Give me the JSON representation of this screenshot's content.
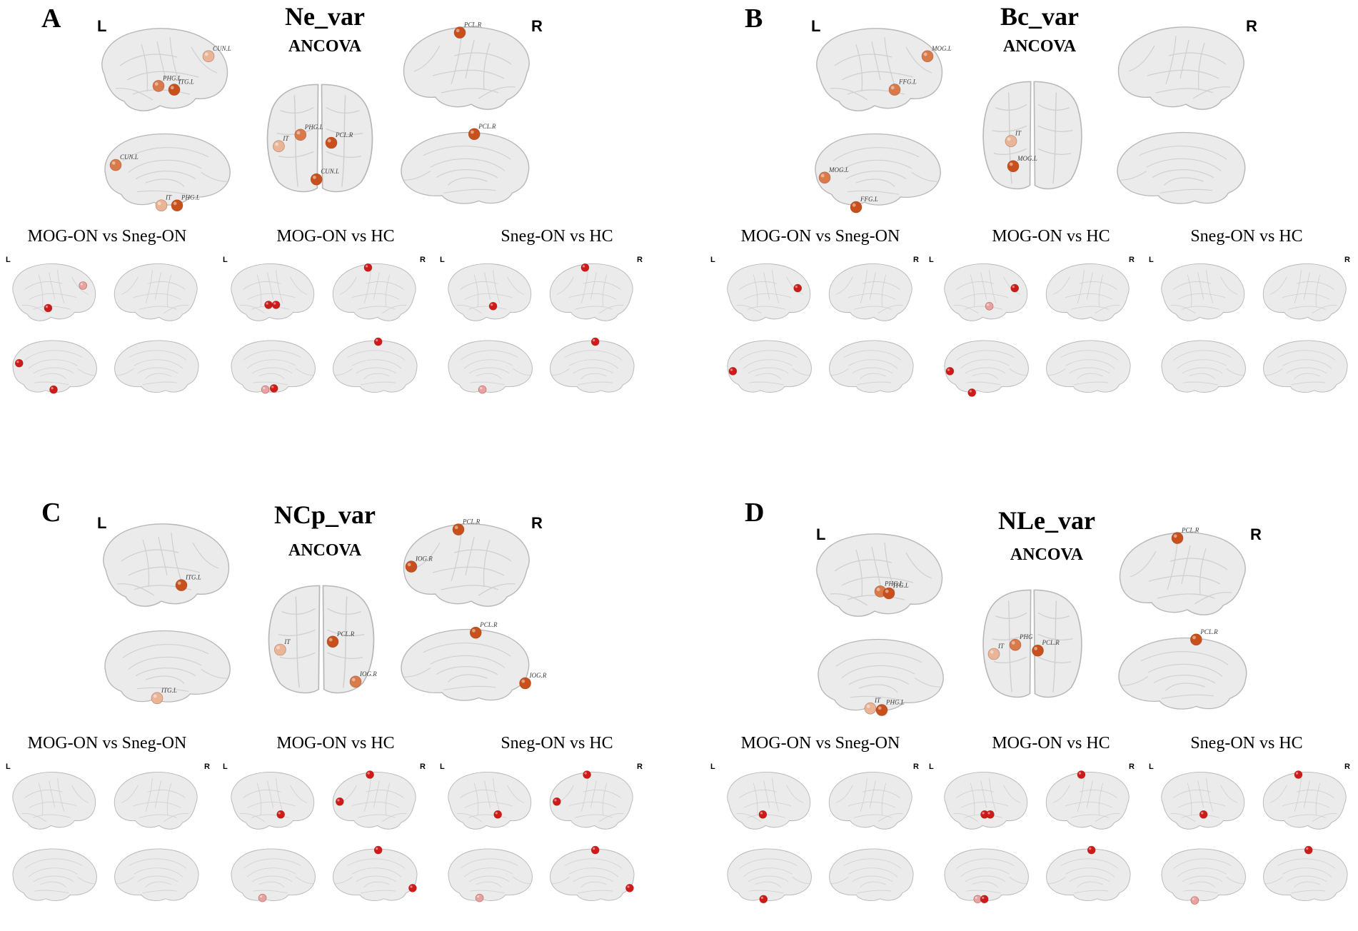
{
  "figure": {
    "side_left": "L",
    "side_right": "R",
    "panels": [
      {
        "letter": "A",
        "metric": "Ne_var",
        "test": "ANCOVA",
        "main_regions": {
          "left_lateral": [
            [
              "CUN.L",
              0.82,
              0.36,
              "light"
            ],
            [
              "PHG.L",
              0.47,
              0.68,
              "med"
            ],
            [
              "ITG.L",
              0.58,
              0.72,
              "dark"
            ]
          ],
          "left_medial": [
            [
              "CUN.L",
              0.15,
              0.45,
              "med"
            ],
            [
              "PHG.L",
              0.58,
              0.93,
              "dark"
            ],
            [
              "IT",
              0.47,
              0.93,
              "light"
            ]
          ],
          "dorsal": [
            [
              "IT",
              0.14,
              0.58,
              "light"
            ],
            [
              "PHG.L",
              0.33,
              0.48,
              "med"
            ],
            [
              "PCL.R",
              0.6,
              0.55,
              "dark"
            ],
            [
              "CUN.L",
              0.47,
              0.87,
              "dark"
            ]
          ],
          "right_lateral": [
            [
              "PCL.R",
              0.44,
              0.12,
              "dark"
            ]
          ],
          "right_medial": [
            [
              "PCL.R",
              0.55,
              0.1,
              "dark"
            ]
          ]
        },
        "comparisons": [
          {
            "title": "MOG-ON vs Sneg-ON",
            "left_lateral": [
              [
                0.82,
                0.4,
                "light"
              ],
              [
                0.45,
                0.75,
                "dark"
              ]
            ],
            "right_lateral": [],
            "left_medial": [
              [
                0.14,
                0.45,
                "dark"
              ],
              [
                0.5,
                0.88,
                "dark"
              ]
            ],
            "right_medial": []
          },
          {
            "title": "MOG-ON vs HC",
            "left_lateral": [
              [
                0.47,
                0.7,
                "dark"
              ],
              [
                0.55,
                0.7,
                "dark"
              ]
            ],
            "right_lateral": [
              [
                0.42,
                0.12,
                "dark"
              ]
            ],
            "left_medial": [
              [
                0.43,
                0.88,
                "light"
              ],
              [
                0.52,
                0.86,
                "dark"
              ]
            ],
            "right_medial": [
              [
                0.52,
                0.1,
                "dark"
              ]
            ]
          },
          {
            "title": "Sneg-ON vs HC",
            "left_lateral": [
              [
                0.55,
                0.72,
                "dark"
              ]
            ],
            "right_lateral": [
              [
                0.42,
                0.12,
                "dark"
              ]
            ],
            "left_medial": [
              [
                0.43,
                0.88,
                "light"
              ]
            ],
            "right_medial": [
              [
                0.52,
                0.1,
                "dark"
              ]
            ]
          }
        ]
      },
      {
        "letter": "B",
        "metric": "Bc_var",
        "test": "ANCOVA",
        "main_regions": {
          "left_lateral": [
            [
              "MOG.L",
              0.85,
              0.36,
              "med"
            ],
            [
              "FFG.L",
              0.62,
              0.72,
              "med"
            ]
          ],
          "left_medial": [
            [
              "MOG.L",
              0.14,
              0.6,
              "med"
            ],
            [
              "FFG.L",
              0.36,
              0.95,
              "dark"
            ]
          ],
          "dorsal": [
            [
              "MOG.L",
              0.32,
              0.78,
              "dark"
            ],
            [
              "IT",
              0.3,
              0.56,
              "light"
            ]
          ],
          "right_lateral": [],
          "right_medial": []
        },
        "comparisons": [
          {
            "title": "MOG-ON vs Sneg-ON",
            "left_lateral": [
              [
                0.82,
                0.44,
                "dark"
              ]
            ],
            "right_lateral": [],
            "left_medial": [
              [
                0.13,
                0.58,
                "dark"
              ]
            ],
            "right_medial": []
          },
          {
            "title": "MOG-ON vs HC",
            "left_lateral": [
              [
                0.82,
                0.44,
                "dark"
              ],
              [
                0.55,
                0.72,
                "light"
              ]
            ],
            "right_lateral": [],
            "left_medial": [
              [
                0.13,
                0.58,
                "dark"
              ],
              [
                0.36,
                0.93,
                "dark"
              ]
            ],
            "right_medial": []
          },
          {
            "title": "Sneg-ON vs HC",
            "left_lateral": [],
            "right_lateral": [],
            "left_medial": [],
            "right_medial": []
          }
        ]
      },
      {
        "letter": "C",
        "metric": "NCp_var",
        "test": "ANCOVA",
        "main_regions": {
          "left_lateral": [
            [
              "ITG.L",
              0.62,
              0.72,
              "dark"
            ]
          ],
          "left_medial": [
            [
              "ITG.L",
              0.44,
              0.88,
              "light"
            ]
          ],
          "dorsal": [
            [
              "IT",
              0.14,
              0.6,
              "light"
            ],
            [
              "PCL.R",
              0.6,
              0.53,
              "dark"
            ],
            [
              "IOG.R",
              0.8,
              0.88,
              "med"
            ]
          ],
          "right_lateral": [
            [
              "PCL.R",
              0.43,
              0.12,
              "dark"
            ],
            [
              "IOG.R",
              0.1,
              0.52,
              "dark"
            ]
          ],
          "right_medial": [
            [
              "PCL.R",
              0.56,
              0.12,
              "dark"
            ],
            [
              "IOG.R",
              0.9,
              0.72,
              "dark"
            ]
          ]
        },
        "comparisons": [
          {
            "title": "MOG-ON vs Sneg-ON",
            "left_lateral": [],
            "right_lateral": [],
            "left_medial": [],
            "right_medial": []
          },
          {
            "title": "MOG-ON vs HC",
            "left_lateral": [
              [
                0.6,
                0.72,
                "dark"
              ]
            ],
            "right_lateral": [
              [
                0.44,
                0.1,
                "dark"
              ],
              [
                0.12,
                0.52,
                "dark"
              ]
            ],
            "left_medial": [
              [
                0.4,
                0.88,
                "light"
              ]
            ],
            "right_medial": [
              [
                0.52,
                0.1,
                "dark"
              ],
              [
                0.88,
                0.72,
                "dark"
              ]
            ]
          },
          {
            "title": "Sneg-ON vs HC",
            "left_lateral": [
              [
                0.6,
                0.72,
                "dark"
              ]
            ],
            "right_lateral": [
              [
                0.44,
                0.1,
                "dark"
              ],
              [
                0.12,
                0.52,
                "dark"
              ]
            ],
            "left_medial": [
              [
                0.4,
                0.88,
                "light"
              ]
            ],
            "right_medial": [
              [
                0.52,
                0.1,
                "dark"
              ],
              [
                0.88,
                0.72,
                "dark"
              ]
            ]
          }
        ]
      },
      {
        "letter": "D",
        "metric": "NLe_var",
        "test": "ANCOVA",
        "main_regions": {
          "left_lateral": [
            [
              "PHG.L",
              0.52,
              0.68,
              "med"
            ],
            [
              "ITG.L",
              0.58,
              0.7,
              "dark"
            ]
          ],
          "left_medial": [
            [
              "IT",
              0.44,
              0.9,
              "light"
            ],
            [
              "PHG.L",
              0.52,
              0.92,
              "dark"
            ]
          ],
          "dorsal": [
            [
              "IT",
              0.14,
              0.6,
              "light"
            ],
            [
              "PHG",
              0.34,
              0.52,
              "med"
            ],
            [
              "PCL.R",
              0.55,
              0.57,
              "dark"
            ]
          ],
          "right_lateral": [
            [
              "PCL.R",
              0.45,
              0.12,
              "dark"
            ]
          ],
          "right_medial": [
            [
              "PCL.R",
              0.58,
              0.1,
              "dark"
            ]
          ]
        },
        "comparisons": [
          {
            "title": "MOG-ON vs Sneg-ON",
            "left_lateral": [
              [
                0.45,
                0.72,
                "dark"
              ]
            ],
            "right_lateral": [],
            "left_medial": [
              [
                0.45,
                0.9,
                "dark"
              ]
            ],
            "right_medial": []
          },
          {
            "title": "MOG-ON vs HC",
            "left_lateral": [
              [
                0.5,
                0.72,
                "dark"
              ],
              [
                0.56,
                0.72,
                "dark"
              ]
            ],
            "right_lateral": [
              [
                0.42,
                0.1,
                "dark"
              ]
            ],
            "left_medial": [
              [
                0.42,
                0.9,
                "light"
              ],
              [
                0.49,
                0.9,
                "dark"
              ]
            ],
            "right_medial": [
              [
                0.52,
                0.1,
                "dark"
              ]
            ]
          },
          {
            "title": "Sneg-ON vs HC",
            "left_lateral": [
              [
                0.52,
                0.72,
                "dark"
              ]
            ],
            "right_lateral": [
              [
                0.42,
                0.1,
                "dark"
              ]
            ],
            "left_medial": [
              [
                0.42,
                0.92,
                "light"
              ]
            ],
            "right_medial": [
              [
                0.52,
                0.1,
                "dark"
              ]
            ]
          }
        ]
      }
    ]
  },
  "colors": {
    "node_dark": "#c8501c",
    "node_med": "#d97a4a",
    "node_light": "#e9b596",
    "cmp_dark": "#cf1a1a",
    "cmp_light": "#e8a0a0",
    "brain_fill": "#ebebeb",
    "brain_stroke": "#b7b7b7",
    "brain_fold": "#cfcfcf",
    "region_label": "#3a3a3a"
  }
}
